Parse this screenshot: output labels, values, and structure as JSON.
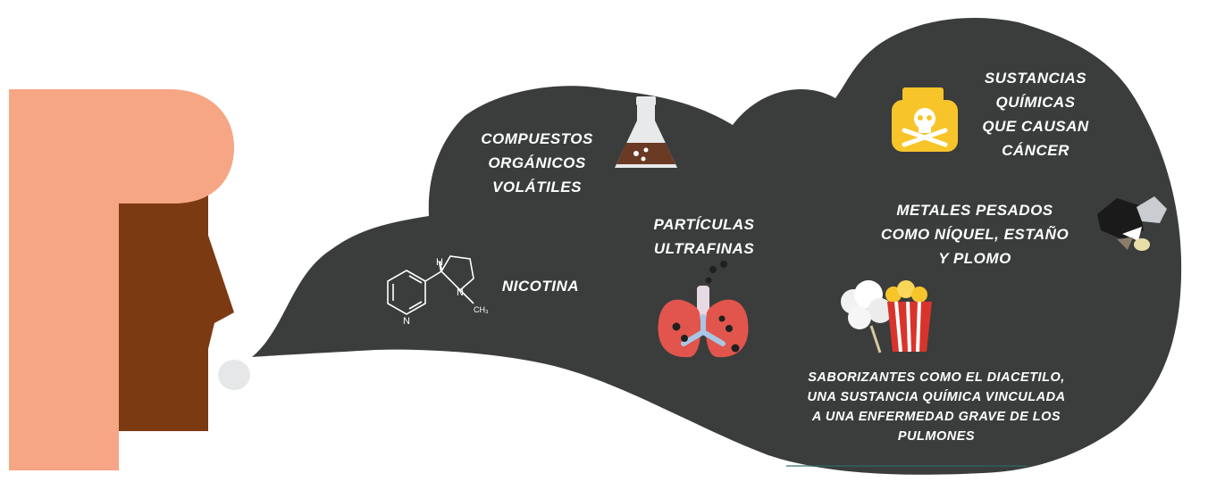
{
  "labels": {
    "voc": [
      "COMPUESTOS",
      "ORGÁNICOS",
      "VOLÁTILES"
    ],
    "nicotine": "NICOTINA",
    "ultrafine": [
      "PARTÍCULAS",
      "ULTRAFINAS"
    ],
    "carcinogens": [
      "SUSTANCIAS",
      "QUÍMICAS",
      "QUE CAUSAN",
      "CÁNCER"
    ],
    "metals": [
      "METALES PESADOS",
      "COMO NÍQUEL, ESTAÑO",
      "Y PLOMO"
    ],
    "flavorings": [
      "SABORIZANTES COMO EL DIACETILO,",
      "UNA SUSTANCIA QUÍMICA VINCULADA",
      "A UNA ENFERMEDAD GRAVE DE LOS",
      "PULMONES"
    ]
  },
  "molecule": {
    "h": "H",
    "n_ring": "N",
    "n_amine": "N",
    "methyl": "CH₃"
  },
  "colors": {
    "cloud": "#3a3d3c",
    "skin": "#f6a684",
    "hair": "#7c3a12",
    "text": "#ffffff",
    "flask_liquid": "#6b3a24",
    "poison_jar": "#f7c52a",
    "lungs": "#e2554c",
    "popcorn": "#d9342b"
  },
  "icons": [
    "flask-icon",
    "molecule-icon",
    "lungs-icon",
    "poison-jar-icon",
    "rocks-icon",
    "popcorn-icon"
  ]
}
